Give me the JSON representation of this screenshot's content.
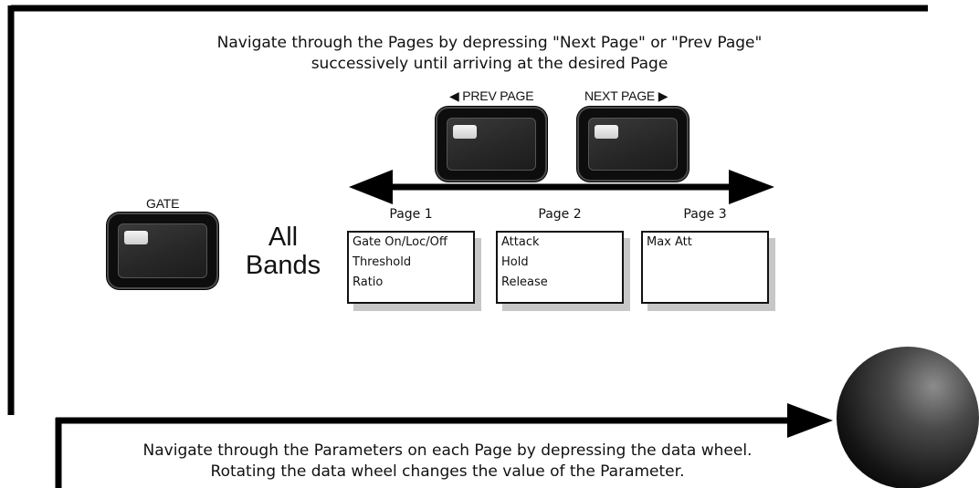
{
  "instructions": {
    "pages_line1": "Navigate through the Pages by depressing \"Next Page\" or \"Prev Page\"",
    "pages_line2": "successively until arriving at the desired Page",
    "params_line1": "Navigate through the Parameters on each Page by depressing the data wheel.",
    "params_line2": "Rotating the data wheel changes the value of the Parameter."
  },
  "buttons": {
    "prev_page": "◀ PREV PAGE",
    "next_page": "NEXT PAGE ▶",
    "gate": "GATE"
  },
  "all_bands": [
    "All",
    "Bands"
  ],
  "pages": [
    {
      "label": "Page 1",
      "params": [
        "Gate On/Loc/Off",
        "Threshold",
        "Ratio"
      ]
    },
    {
      "label": "Page 2",
      "params": [
        "Attack",
        "Hold",
        "Release"
      ]
    },
    {
      "label": "Page 3",
      "params": [
        "Max Att"
      ]
    }
  ],
  "icons": {
    "page_nav": "double-headed-arrow-icon",
    "flow": "right-arrow-icon",
    "wheel": "data-wheel-icon"
  },
  "colors": {
    "line": "#000000",
    "shadow": "#c7c7c7",
    "led": "#e6e6e6"
  }
}
